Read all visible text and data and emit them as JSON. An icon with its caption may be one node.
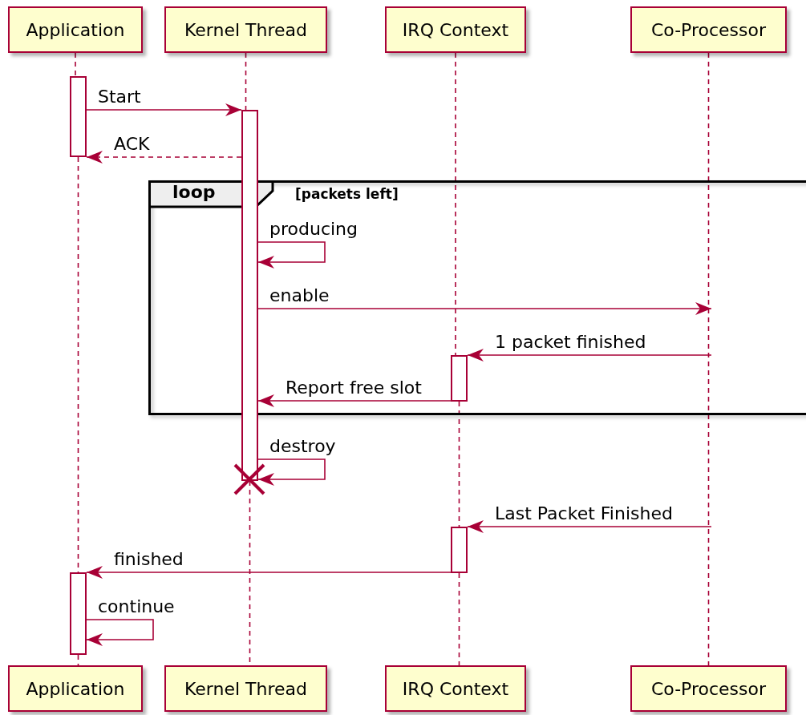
{
  "diagram": {
    "nodes": [
      {
        "text": [
          "Application"
        ]
      },
      {
        "text": [
          "Kernel Thread"
        ]
      },
      {
        "text": [
          "IRQ Context"
        ]
      },
      {
        "text": [
          "Co-Processor"
        ]
      },
      {
        "text": [
          "Application"
        ]
      },
      {
        "text": [
          "Kernel Thread"
        ]
      },
      {
        "text": [
          "IRQ Context"
        ]
      },
      {
        "text": [
          "Co-Processor"
        ]
      },
      {
        "text": [],
        "shape": "bar"
      },
      {
        "text": [],
        "shape": "bar"
      },
      {
        "text": [],
        "shape": "bar"
      },
      {
        "text": [],
        "shape": "bar"
      },
      {
        "text": [],
        "shape": "bar"
      }
    ],
    "edges": [
      {
        "from": 0,
        "to": 8,
        "arrow": "none",
        "style": "dashed"
      },
      {
        "from": 8,
        "to": 12,
        "arrow": "none",
        "style": "dashed"
      },
      {
        "from": 12,
        "to": 4,
        "arrow": "none",
        "style": "dashed"
      },
      {
        "from": 1,
        "to": 9,
        "arrow": "none",
        "style": "dashed"
      },
      {
        "from": 9,
        "to": 5,
        "arrow": "none",
        "style": "dashed"
      },
      {
        "from": 2,
        "to": 10,
        "arrow": "none",
        "style": "dashed"
      },
      {
        "from": 10,
        "to": 11,
        "arrow": "none",
        "style": "dashed"
      },
      {
        "from": 11,
        "to": 6,
        "arrow": "none",
        "style": "dashed"
      },
      {
        "from": 3,
        "to": 7,
        "arrow": "none",
        "style": "dashed"
      },
      {
        "from": 8,
        "to": 9,
        "arrow": "to",
        "label": "Start"
      },
      {
        "from": 9,
        "to": 8,
        "arrow": "to",
        "label": "ACK",
        "style": "dashed"
      },
      {
        "from": 9,
        "to": 9,
        "arrow": "to",
        "label": "producing"
      },
      {
        "from": 9,
        "to": null,
        "arrow": "to",
        "label": "enable"
      },
      {
        "from": null,
        "to": 10,
        "arrow": "to",
        "label": "1 packet finished"
      },
      {
        "from": 10,
        "to": 9,
        "arrow": "to",
        "label": "Report free slot"
      },
      {
        "from": 9,
        "to": 9,
        "arrow": "to",
        "label": "destroy"
      },
      {
        "from": null,
        "to": 11,
        "arrow": "to",
        "label": "Last Packet Finished"
      },
      {
        "from": 11,
        "to": 12,
        "arrow": "to",
        "label": "finished"
      },
      {
        "from": 12,
        "to": 12,
        "arrow": "to",
        "label": "continue"
      }
    ],
    "labels": [
      "loop",
      "[packets left]"
    ]
  }
}
